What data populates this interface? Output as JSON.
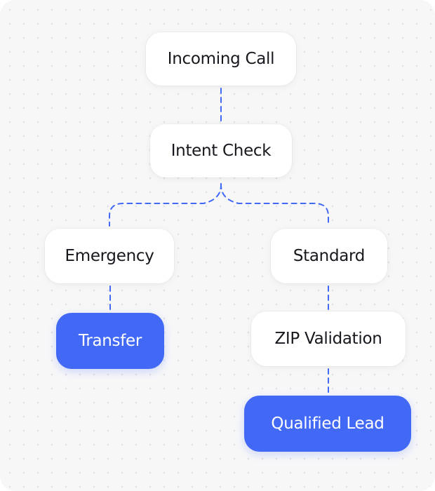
{
  "diagram": {
    "colors": {
      "accent": "#4169f6",
      "connector": "#4169f6",
      "node_background": "#ffffff",
      "text": "#16181d",
      "accent_text": "#ffffff",
      "canvas": "#f7f7f8"
    },
    "nodes": {
      "incoming_call": "Incoming Call",
      "intent_check": "Intent Check",
      "emergency": "Emergency",
      "standard": "Standard",
      "transfer": "Transfer",
      "zip_validation": "ZIP Validation",
      "qualified_lead": "Qualified Lead"
    },
    "edges": [
      {
        "from": "incoming_call",
        "to": "intent_check",
        "style": "dashed"
      },
      {
        "from": "intent_check",
        "to": "emergency",
        "style": "dashed"
      },
      {
        "from": "intent_check",
        "to": "standard",
        "style": "dashed"
      },
      {
        "from": "emergency",
        "to": "transfer",
        "style": "dashed"
      },
      {
        "from": "standard",
        "to": "zip_validation",
        "style": "dashed"
      },
      {
        "from": "zip_validation",
        "to": "qualified_lead",
        "style": "dashed"
      }
    ]
  }
}
